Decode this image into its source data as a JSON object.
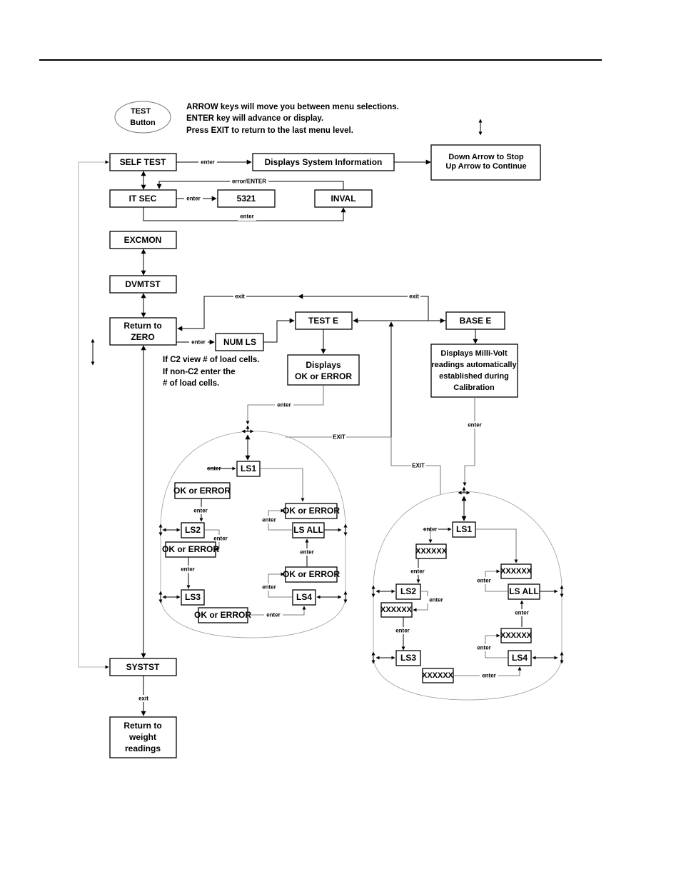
{
  "instructions": [
    "ARROW keys will move you between menu selections.",
    "ENTER key will advance or display.",
    "Press EXIT to return to the last menu level."
  ],
  "test_button": [
    "TEST",
    "Button"
  ],
  "menu": {
    "self_test": "SELF TEST",
    "it_sec": "IT SEC",
    "code_5321": "5321",
    "inval": "INVAL",
    "excmon": "EXCMON",
    "dvmtst": "DVMTST",
    "return_zero": [
      "Return to",
      "ZERO"
    ],
    "num_ls": "NUM LS",
    "test_e": "TEST E",
    "base_e": "BASE E",
    "systst": "SYSTST",
    "return_weight": [
      "Return to",
      "weight",
      "readings"
    ]
  },
  "system_info": "Displays System Information",
  "arrow_note": [
    "Down Arrow to Stop",
    "Up Arrow to Continue"
  ],
  "num_ls_note": [
    "If C2 view # of load cells.",
    "If non-C2 enter the",
    "# of load cells."
  ],
  "test_e_display": [
    "Displays",
    "OK or ERROR"
  ],
  "base_e_display": [
    "Displays Milli-Volt",
    "readings automatically",
    "established during",
    "Calibration"
  ],
  "labels": {
    "enter": "enter",
    "exit": "exit",
    "exit_caps": "EXIT",
    "error_enter": "error/ENTER"
  },
  "test_loop": {
    "ls1": "LS1",
    "ls2": "LS2",
    "ls3": "LS3",
    "ls4": "LS4",
    "ls_all": "LS ALL",
    "result": "OK or ERROR"
  },
  "base_loop": {
    "ls1": "LS1",
    "ls2": "LS2",
    "ls3": "LS3",
    "ls4": "LS4",
    "ls_all": "LS ALL",
    "result": "XXXXXX"
  }
}
